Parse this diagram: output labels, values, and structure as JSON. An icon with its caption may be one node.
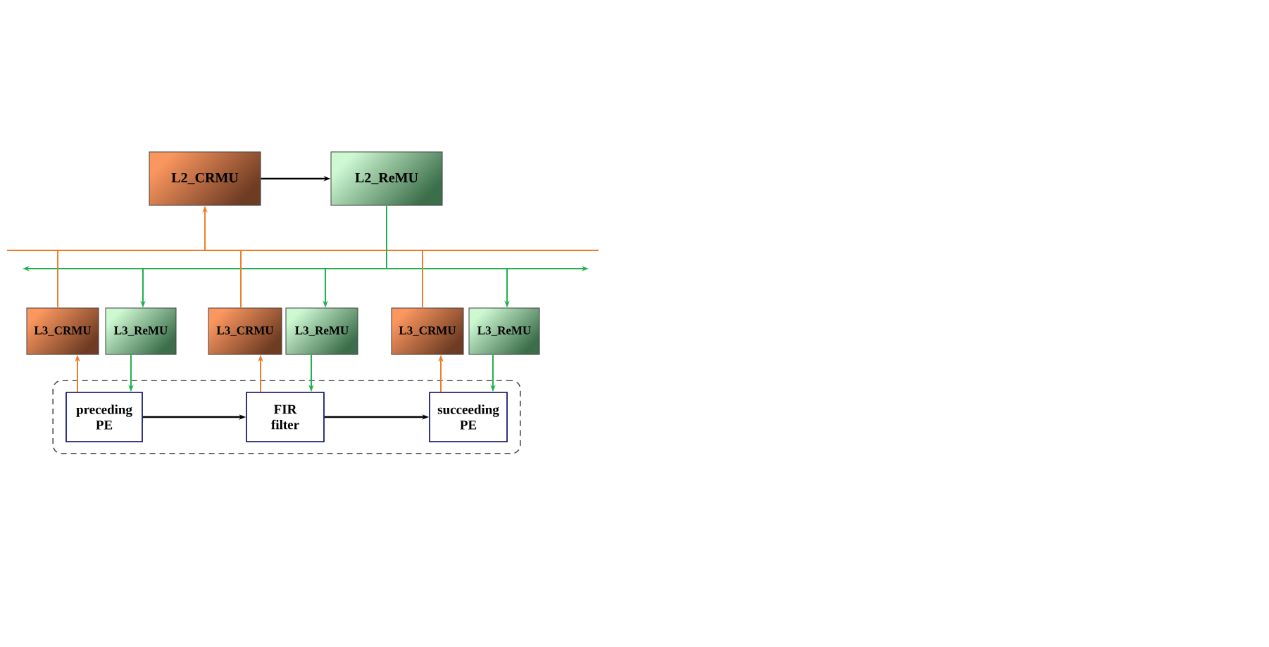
{
  "diagram": {
    "nodes": [
      {
        "text": [
          "L2_CRMU"
        ]
      },
      {
        "text": [
          "L2_ReMU"
        ]
      },
      {
        "text": [],
        "shape": "bar"
      },
      {
        "text": [],
        "shape": "bar"
      },
      {
        "text": [
          "L3_CRMU"
        ]
      },
      {
        "text": [
          "L3_ReMU"
        ]
      },
      {
        "text": [
          "L3_CRMU"
        ]
      },
      {
        "text": [
          "L3_ReMU"
        ]
      },
      {
        "text": [
          "L3_CRMU"
        ]
      },
      {
        "text": [
          "L3_ReMU"
        ]
      },
      {
        "text": [],
        "shape": "box"
      },
      {
        "text": [
          "preceding PE"
        ],
        "in": 10
      },
      {
        "text": [
          "FIR filter"
        ],
        "in": 10
      },
      {
        "text": [
          "succeeding PE"
        ],
        "in": 10
      }
    ],
    "edges": [
      {
        "from": 0,
        "to": 1,
        "arrow": "to",
        "color": "#000000"
      },
      {
        "from": 2,
        "to": 0,
        "arrow": "to",
        "color": "#ee7d2a"
      },
      {
        "from": 1,
        "to": 3,
        "arrow": "none",
        "color": "#1fb24f"
      },
      {
        "from": 2,
        "to": 4,
        "arrow": "none",
        "color": "#ee7d2a"
      },
      {
        "from": 3,
        "to": 5,
        "arrow": "to",
        "color": "#1fb24f"
      },
      {
        "from": 2,
        "to": 6,
        "arrow": "none",
        "color": "#ee7d2a"
      },
      {
        "from": 3,
        "to": 7,
        "arrow": "to",
        "color": "#1fb24f"
      },
      {
        "from": 2,
        "to": 8,
        "arrow": "none",
        "color": "#ee7d2a"
      },
      {
        "from": 3,
        "to": 9,
        "arrow": "to",
        "color": "#1fb24f"
      },
      {
        "from": 11,
        "to": 4,
        "arrow": "to",
        "color": "#ee7d2a"
      },
      {
        "from": 5,
        "to": 11,
        "arrow": "to",
        "color": "#1fb24f"
      },
      {
        "from": 12,
        "to": 6,
        "arrow": "to",
        "color": "#ee7d2a"
      },
      {
        "from": 7,
        "to": 12,
        "arrow": "to",
        "color": "#1fb24f"
      },
      {
        "from": 13,
        "to": 8,
        "arrow": "to",
        "color": "#ee7d2a"
      },
      {
        "from": 9,
        "to": 13,
        "arrow": "to",
        "color": "#1fb24f"
      },
      {
        "from": 11,
        "to": 12,
        "arrow": "to",
        "color": "#000000"
      },
      {
        "from": 12,
        "to": 13,
        "arrow": "to",
        "color": "#000000"
      }
    ]
  }
}
